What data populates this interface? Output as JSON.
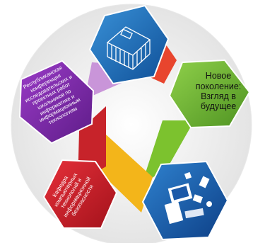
{
  "segments": [
    {
      "id": "top",
      "color": "#1e6bb8",
      "icon": "building-icon"
    },
    {
      "id": "right",
      "label": "Новое поколение: Взгляд в будущее",
      "color": "#6bb22e"
    },
    {
      "id": "bottom-right",
      "color": "#1b59a8",
      "icon": "computer-equipment-icon"
    },
    {
      "id": "bottom-left",
      "label": "Кафедра компьютерных технологий и информационной безопасности",
      "color": "#d0202a"
    },
    {
      "id": "left",
      "label": "Республиканская конференция исследовательских и проектных работ школьников по информатике и информационным технологиям",
      "color": "#7b2aa8"
    }
  ],
  "wedge_colors": {
    "top_to_right": "#e83a2a",
    "right_to_bottom": "#7cc22e",
    "bottom_to_left": "#f3b51a",
    "left_to_top": "#c995d9",
    "left_inner": "#c7232a"
  },
  "background_circle_color": "#eeeeee"
}
